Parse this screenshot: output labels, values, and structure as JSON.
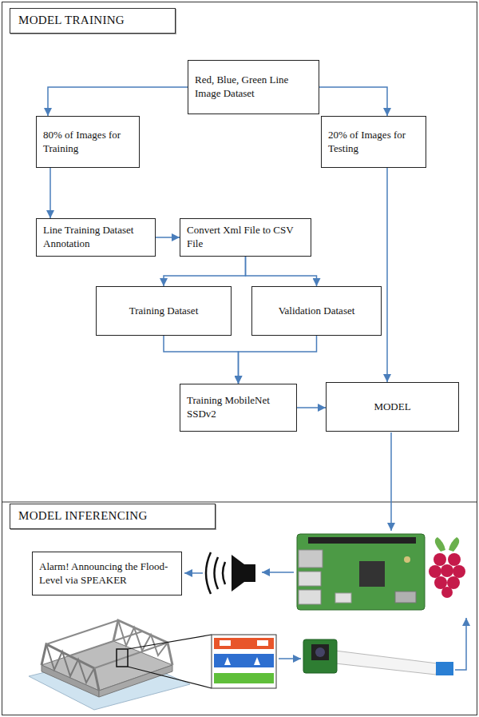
{
  "diagram": {
    "nodes": [
      {
        "text": [
          "MODEL TRAINING"
        ]
      },
      {
        "text": [
          "Red, Blue, Green Line Image Dataset"
        ]
      },
      {
        "text": [
          "80% of Images for Training"
        ]
      },
      {
        "text": [
          "20% of Images for Testing"
        ]
      },
      {
        "text": [
          "Line Training Dataset Annotation"
        ]
      },
      {
        "text": [
          "Convert Xml File to CSV File"
        ]
      },
      {
        "text": [
          "Training Dataset"
        ]
      },
      {
        "text": [
          "Validation Dataset"
        ]
      },
      {
        "text": [
          "Training MobileNet SSDv2"
        ]
      },
      {
        "text": [
          "MODEL"
        ]
      },
      {
        "text": [
          "MODEL INFERENCING"
        ]
      },
      {
        "text": [
          "Alarm! Announcing the Flood-Level via SPEAKER"
        ]
      }
    ],
    "edges": [
      {
        "from": 1,
        "to": 2,
        "arrow": "to"
      },
      {
        "from": 1,
        "to": 3,
        "arrow": "to"
      },
      {
        "from": 2,
        "to": 4,
        "arrow": "to"
      },
      {
        "from": 4,
        "to": 5,
        "arrow": "to"
      },
      {
        "from": 5,
        "to": 6,
        "arrow": "to"
      },
      {
        "from": 5,
        "to": 7,
        "arrow": "to"
      },
      {
        "from": 6,
        "to": 8,
        "arrow": "to"
      },
      {
        "from": 7,
        "to": 8,
        "arrow": "to"
      },
      {
        "from": 3,
        "to": 9,
        "arrow": "to"
      },
      {
        "from": 8,
        "to": 9,
        "arrow": "to"
      }
    ]
  }
}
